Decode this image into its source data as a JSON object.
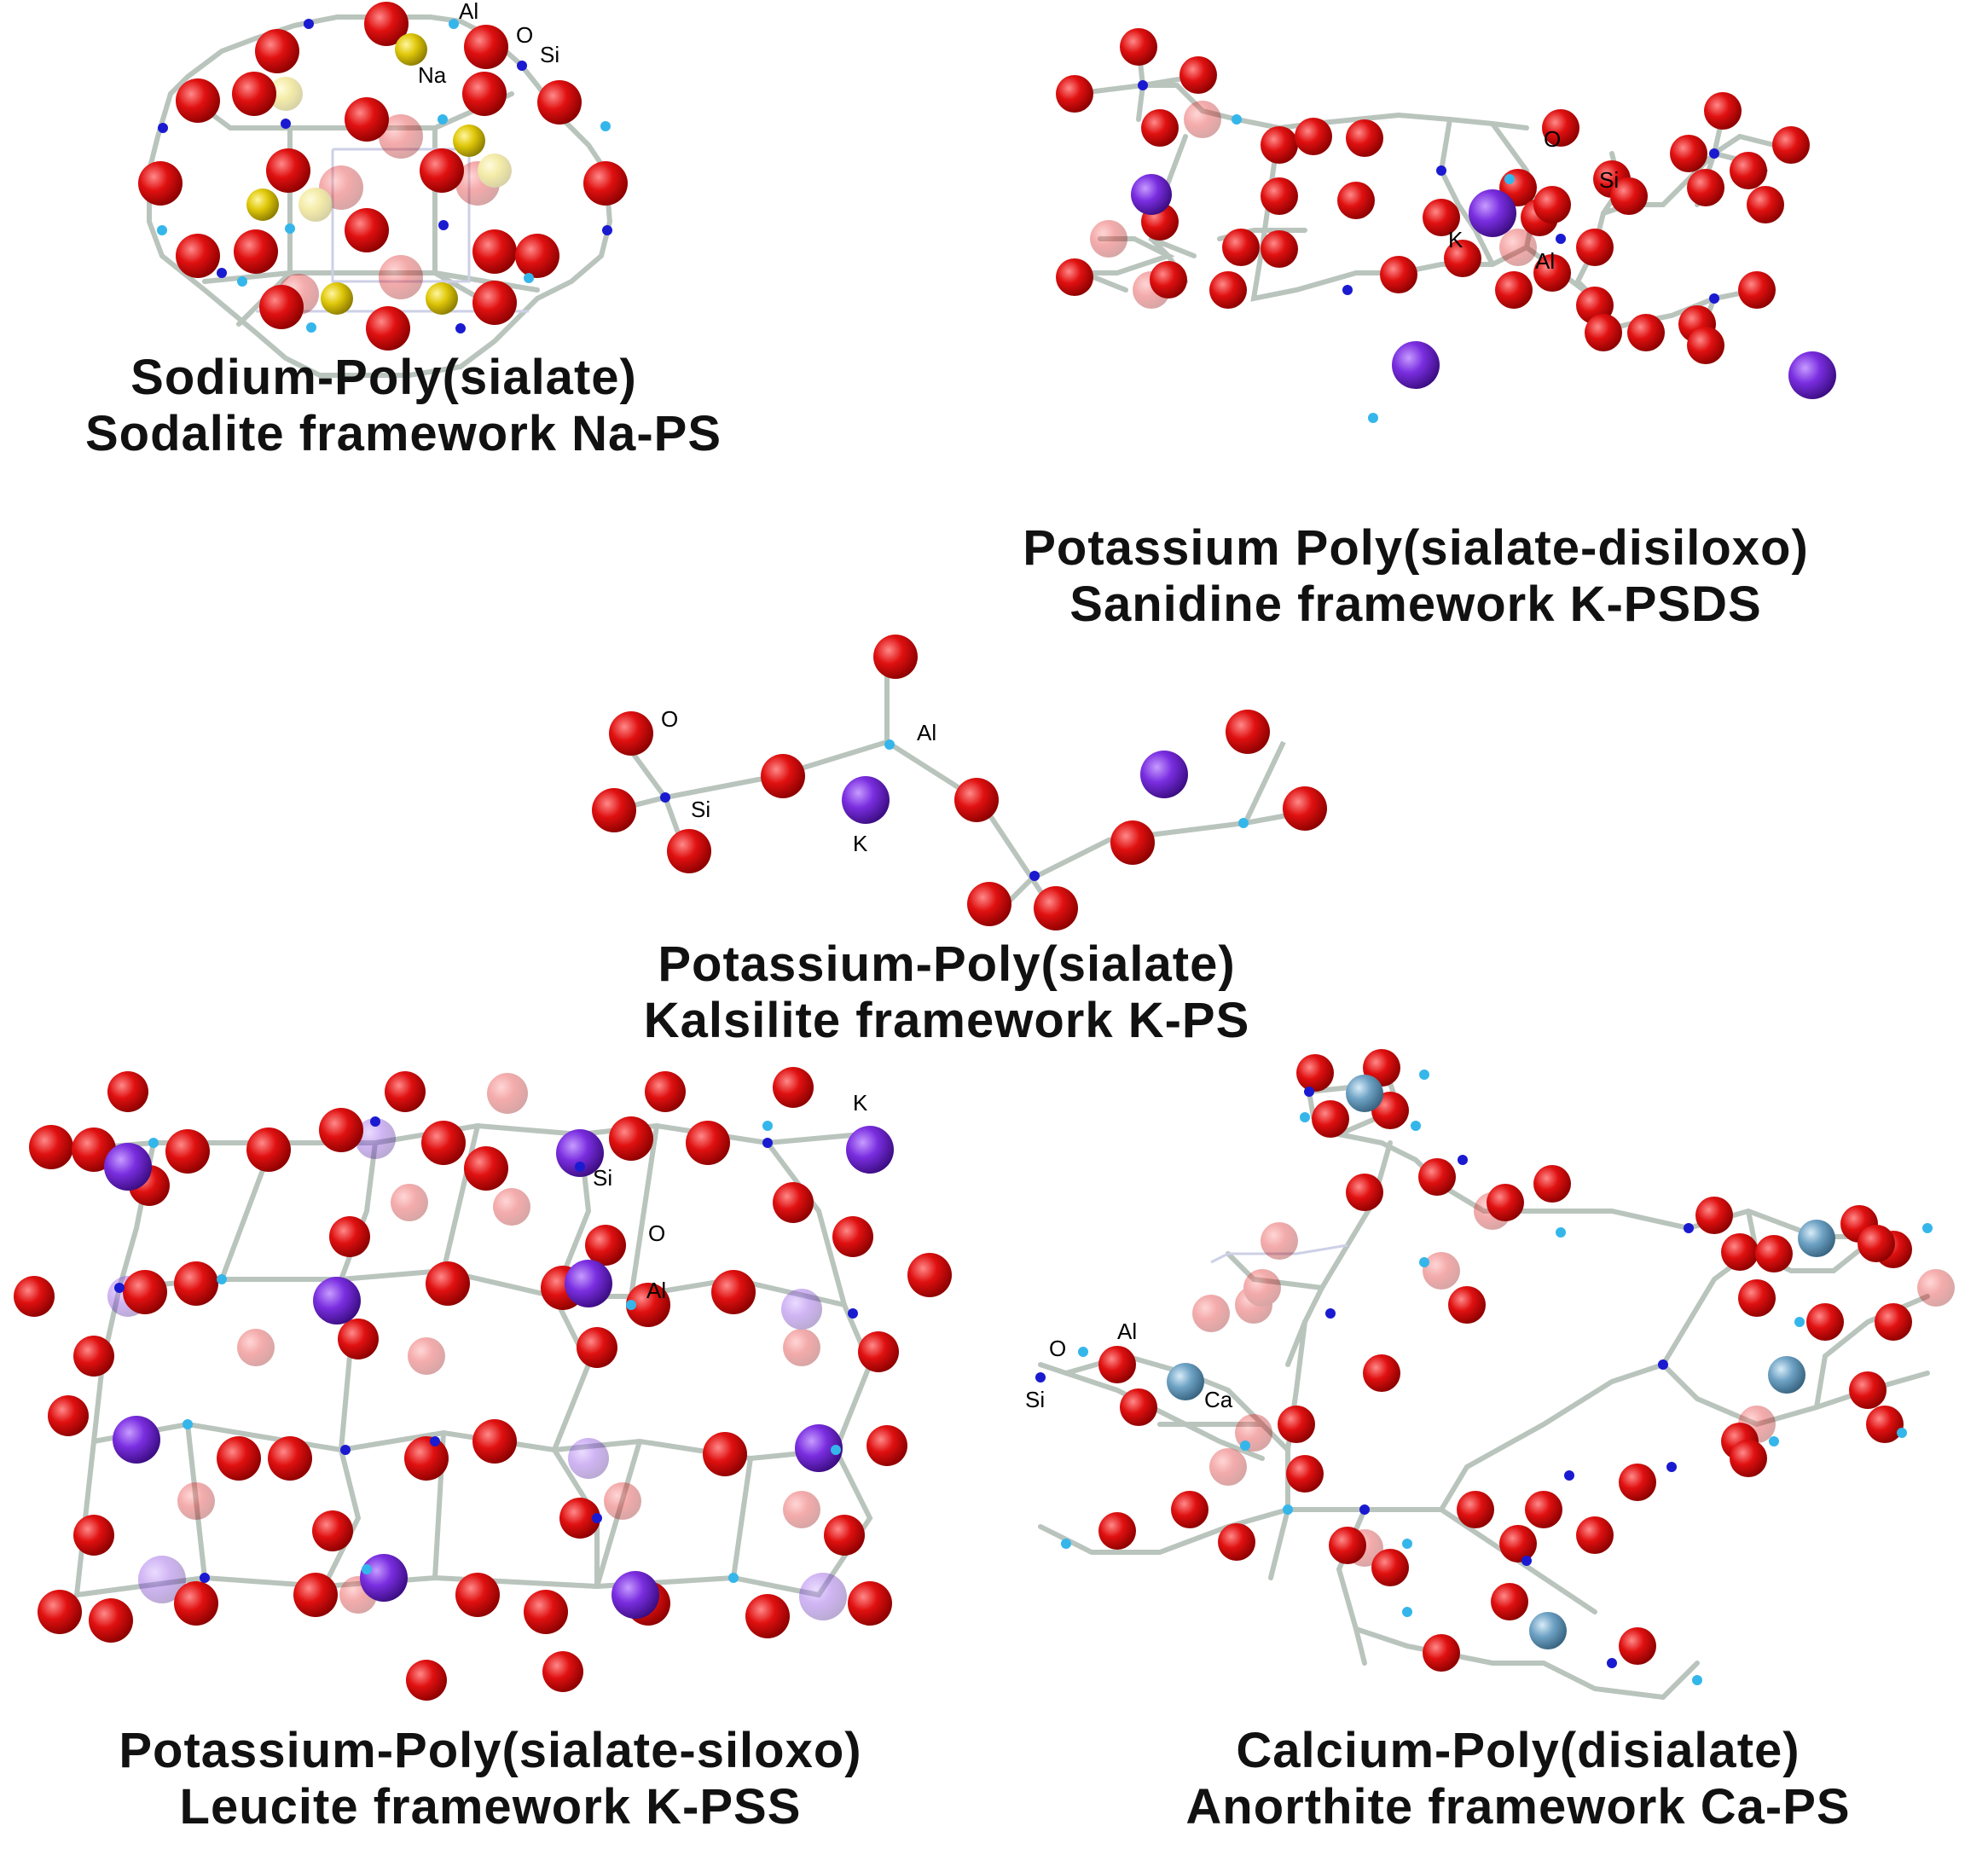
{
  "legend_colors": {
    "O": "#e01010",
    "Si": "#1a1ad0",
    "Al": "#35b6ea",
    "Na": "#e0c80a",
    "K": "#7a2ee0",
    "Ca": "#6ea2c4"
  },
  "panels": {
    "na_ps": {
      "line1": "Sodium-Poly(sialate)",
      "line2": "Sodalite framework  Na-PS",
      "labels": {
        "al": "Al",
        "o": "O",
        "si": "Si",
        "cation": "Na"
      }
    },
    "k_psds": {
      "line1": "Potassium Poly(sialate-disiloxo)",
      "line2": "Sanidine framework  K-PSDS",
      "labels": {
        "o": "O",
        "si": "Si",
        "k": "K",
        "al": "Al"
      }
    },
    "k_ps": {
      "line1": "Potassium-Poly(sialate)",
      "line2": "Kalsilite framework  K-PS",
      "labels": {
        "o": "O",
        "al": "Al",
        "si": "Si",
        "k": "K"
      }
    },
    "k_pss": {
      "line1": "Potassium-Poly(sialate-siloxo)",
      "line2": "Leucite framework  K-PSS",
      "labels": {
        "k": "K",
        "si": "Si",
        "o": "O",
        "al": "Al"
      }
    },
    "ca_ps": {
      "line1": "Calcium-Poly(disialate)",
      "line2": "Anorthite framework  Ca-PS",
      "labels": {
        "al": "Al",
        "o": "O",
        "si": "Si",
        "ca": "Ca"
      }
    }
  }
}
